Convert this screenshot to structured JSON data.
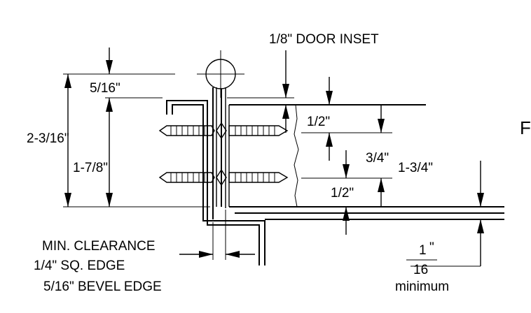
{
  "labels": {
    "door_inset": "1/8\" DOOR INSET",
    "five_sixteenths": "5/16\"",
    "two_3_16": "2-3/16\"",
    "one_7_8": "1-7/8\"",
    "half_top": "1/2\"",
    "three_quarter": "3/4\"",
    "one_3_4": "1-3/4\"",
    "half_bottom": "1/2\"",
    "min_clearance": "MIN. CLEARANCE",
    "square_edge": "1/4\" SQ. EDGE",
    "bevel_edge": "5/16\" BEVEL EDGE",
    "fraction_num": "1",
    "fraction_inch": "\"",
    "fraction_den": "16",
    "minimum": "minimum",
    "cut_letter": "F"
  }
}
